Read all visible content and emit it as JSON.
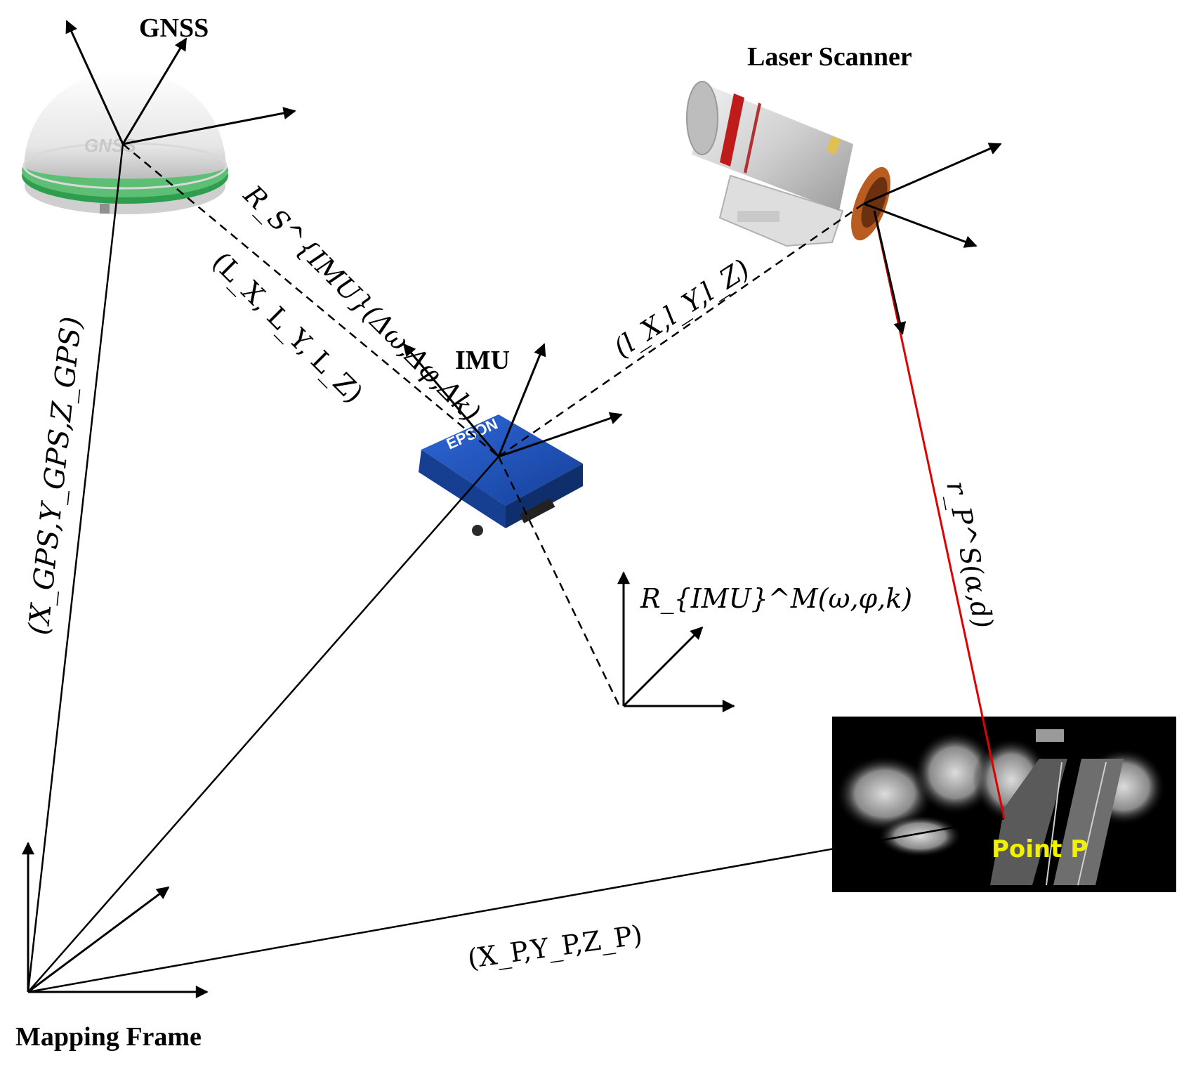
{
  "labels": {
    "gnss": "GNSS",
    "laser_scanner": "Laser Scanner",
    "imu": "IMU",
    "mapping_frame": "Mapping Frame",
    "point_p": "Point P"
  },
  "math": {
    "boresight": "R_S^{IMU}(Δω,Δφ,Δk)",
    "lever_gnss": "(L_X, L_Y, L_Z)",
    "lever_scanner": "(l_X,l_Y,l_Z)",
    "imu_attitude": "R_{IMU}^M(ω,φ,k)",
    "range_vector": "r_P^S(α,d)",
    "gps_position": "(X_GPS,Y_GPS,Z_GPS)",
    "point_coords": "(X_P,Y_P,Z_P)"
  },
  "device_marks": {
    "gnss_logo": "GNSS",
    "imu_brand": "EPSON"
  },
  "colors": {
    "axes": "#000000",
    "scan_ray": "#e00000",
    "point_label": "#f2f200",
    "imu_body": "#1d4fb8",
    "pointcloud_bg": "#000000"
  }
}
